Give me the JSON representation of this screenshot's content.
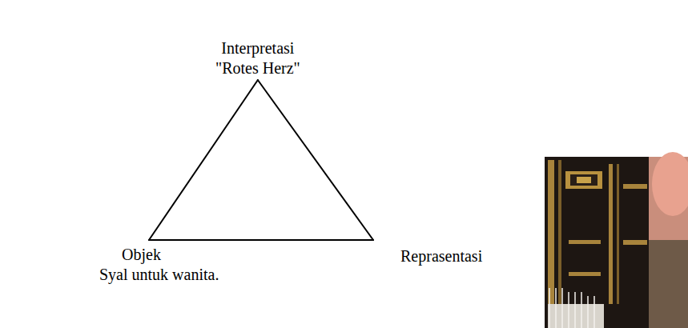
{
  "diagram": {
    "nodes": [
      {
        "text": [
          "Interpretasi",
          "\"Rotes Herz\""
        ]
      },
      {
        "text": [
          "Objek",
          "Syal untuk wanita."
        ]
      },
      {
        "text": [
          "Reprasentasi"
        ]
      }
    ],
    "edges": [
      {
        "from": 0,
        "to": 1,
        "arrow": "none"
      },
      {
        "from": 1,
        "to": 2,
        "arrow": "none"
      },
      {
        "from": 2,
        "to": 0,
        "arrow": "none"
      }
    ]
  }
}
